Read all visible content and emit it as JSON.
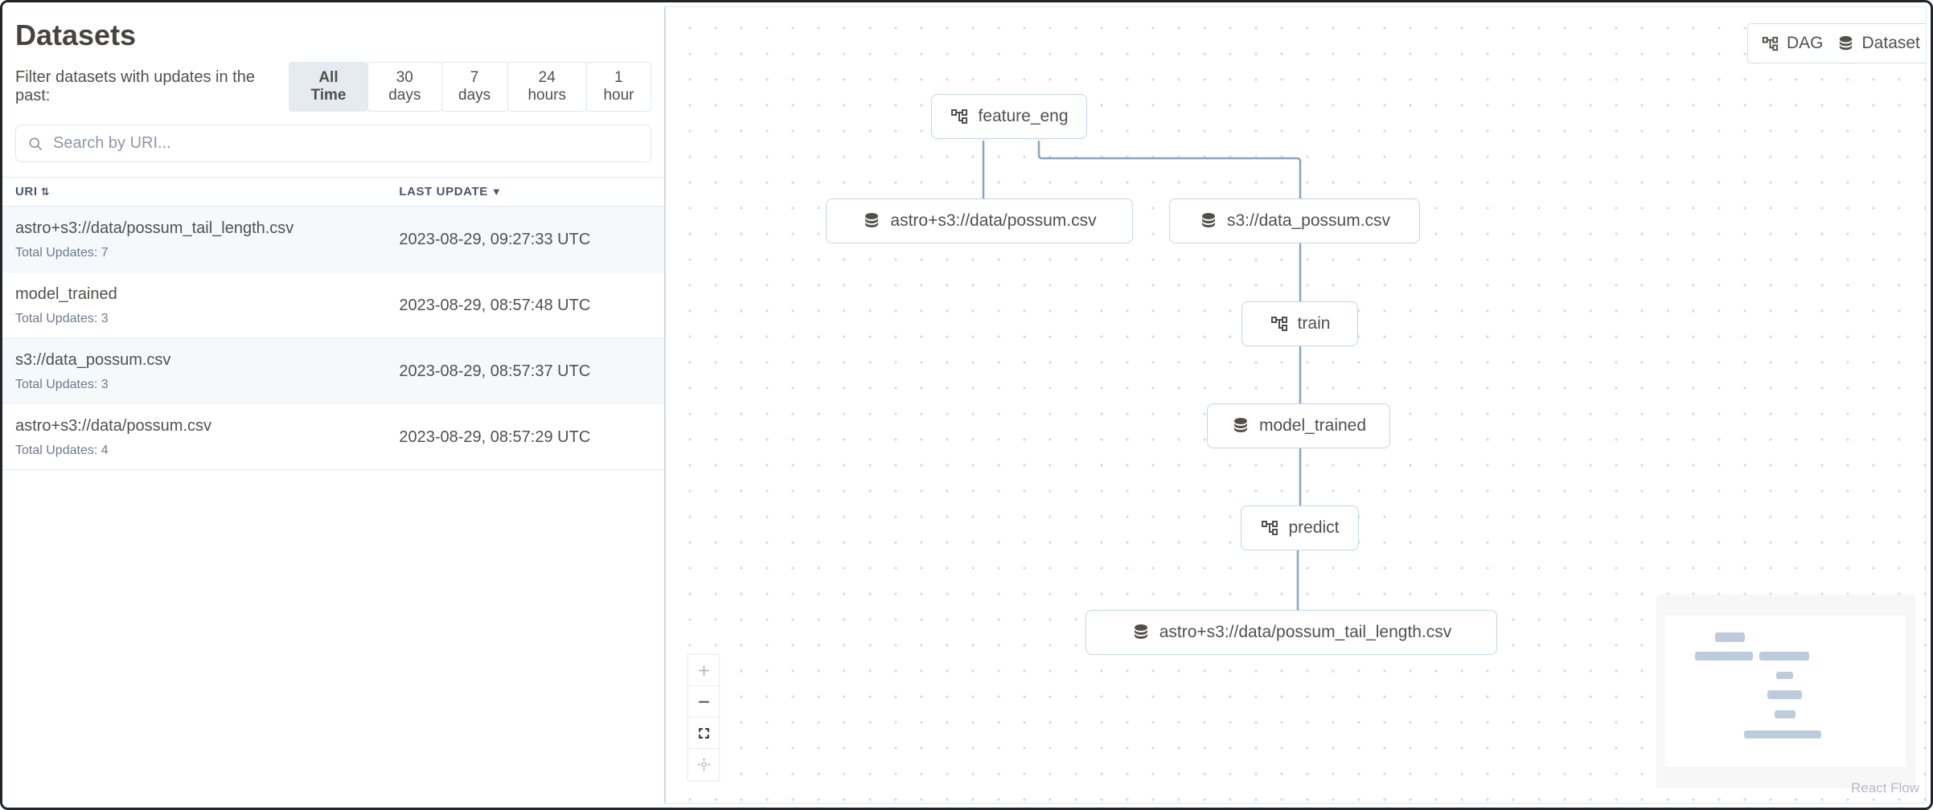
{
  "left_panel": {
    "title": "Datasets",
    "filter_label": "Filter datasets with updates in the past:",
    "filter_options": [
      {
        "label": "All Time",
        "active": true
      },
      {
        "label": "30 days",
        "active": false
      },
      {
        "label": "7 days",
        "active": false
      },
      {
        "label": "24 hours",
        "active": false
      },
      {
        "label": "1 hour",
        "active": false
      }
    ],
    "search": {
      "placeholder": "Search by URI..."
    },
    "table": {
      "columns": [
        {
          "label": "URI",
          "sort_icon": "⇅"
        },
        {
          "label": "LAST UPDATE",
          "sort_icon": "▼"
        }
      ],
      "rows": [
        {
          "uri": "astro+s3://data/possum_tail_length.csv",
          "total_updates": "Total Updates: 7",
          "last_update": "2023-08-29, 09:27:33 UTC"
        },
        {
          "uri": "model_trained",
          "total_updates": "Total Updates: 3",
          "last_update": "2023-08-29, 08:57:48 UTC"
        },
        {
          "uri": "s3://data_possum.csv",
          "total_updates": "Total Updates: 3",
          "last_update": "2023-08-29, 08:57:37 UTC"
        },
        {
          "uri": "astro+s3://data/possum.csv",
          "total_updates": "Total Updates: 4",
          "last_update": "2023-08-29, 08:57:29 UTC"
        }
      ]
    }
  },
  "graph": {
    "legend": {
      "dag_label": "DAG",
      "dataset_label": "Dataset"
    },
    "nodes": [
      {
        "id": "feature_eng",
        "label": "feature_eng",
        "type": "dag"
      },
      {
        "id": "astro_possum",
        "label": "astro+s3://data/possum.csv",
        "type": "dataset"
      },
      {
        "id": "s3_data_possum",
        "label": "s3://data_possum.csv",
        "type": "dataset"
      },
      {
        "id": "train",
        "label": "train",
        "type": "dag"
      },
      {
        "id": "model_trained",
        "label": "model_trained",
        "type": "dataset"
      },
      {
        "id": "predict",
        "label": "predict",
        "type": "dag"
      },
      {
        "id": "possum_tail_length",
        "label": "astro+s3://data/possum_tail_length.csv",
        "type": "dataset"
      }
    ],
    "edges": [
      {
        "from": "feature_eng",
        "to": "astro_possum"
      },
      {
        "from": "feature_eng",
        "to": "s3_data_possum"
      },
      {
        "from": "s3_data_possum",
        "to": "train"
      },
      {
        "from": "train",
        "to": "model_trained"
      },
      {
        "from": "model_trained",
        "to": "predict"
      },
      {
        "from": "predict",
        "to": "possum_tail_length"
      }
    ],
    "attribution": "React Flow"
  },
  "colors": {
    "edge": "#8fa3ba",
    "node_border": "#c3d5e7",
    "row_stripe": "#f5f9fc",
    "tab_active_bg": "#e6ebf2",
    "minimap_node": "#bdcbdc"
  }
}
